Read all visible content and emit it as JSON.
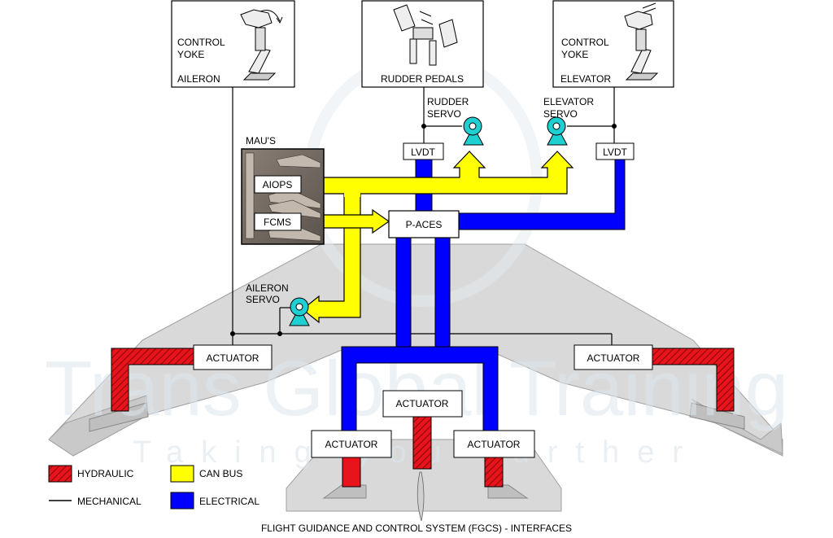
{
  "watermark": {
    "title": "Trans Global Training",
    "tagline": "Taking you further"
  },
  "boxes": {
    "aileron_yoke_line1": "CONTROL",
    "aileron_yoke_line2": "YOKE",
    "aileron_yoke_sub": "AILERON",
    "rudder_pedals": "RUDDER PEDALS",
    "elevator_yoke_line1": "CONTROL",
    "elevator_yoke_line2": "YOKE",
    "elevator_yoke_sub": "ELEVATOR",
    "maus": "MAU'S",
    "aiops": "AIOPS",
    "fcms": "FCMS",
    "paces": "P-ACES",
    "lvdt_left": "LVDT",
    "lvdt_right": "LVDT",
    "rudder_servo_line1": "RUDDER",
    "rudder_servo_line2": "SERVO",
    "elevator_servo_line1": "ELEVATOR",
    "elevator_servo_line2": "SERVO",
    "aileron_servo_line1": "AILERON",
    "aileron_servo_line2": "SERVO",
    "actuator_left_wing": "ACTUATOR",
    "actuator_right_wing": "ACTUATOR",
    "actuator_rudder": "ACTUATOR",
    "actuator_elev_left": "ACTUATOR",
    "actuator_elev_right": "ACTUATOR"
  },
  "legend": [
    {
      "label": "HYDRAULIC",
      "color": "#e8141b",
      "style": "hatched"
    },
    {
      "label": "CAN BUS",
      "color": "#ffff00",
      "style": "solid"
    },
    {
      "label": "MECHANICAL",
      "color": "#000000",
      "style": "line"
    },
    {
      "label": "ELECTRICAL",
      "color": "#0000ff",
      "style": "solid"
    }
  ],
  "caption": "FLIGHT GUIDANCE AND CONTROL SYSTEM (FGCS) - INTERFACES",
  "colors": {
    "can_bus": "#ffff00",
    "electrical": "#0000ff",
    "hydraulic": "#e8141b",
    "servo": "#1fd0d3",
    "airframe": "#d9d9d9"
  }
}
